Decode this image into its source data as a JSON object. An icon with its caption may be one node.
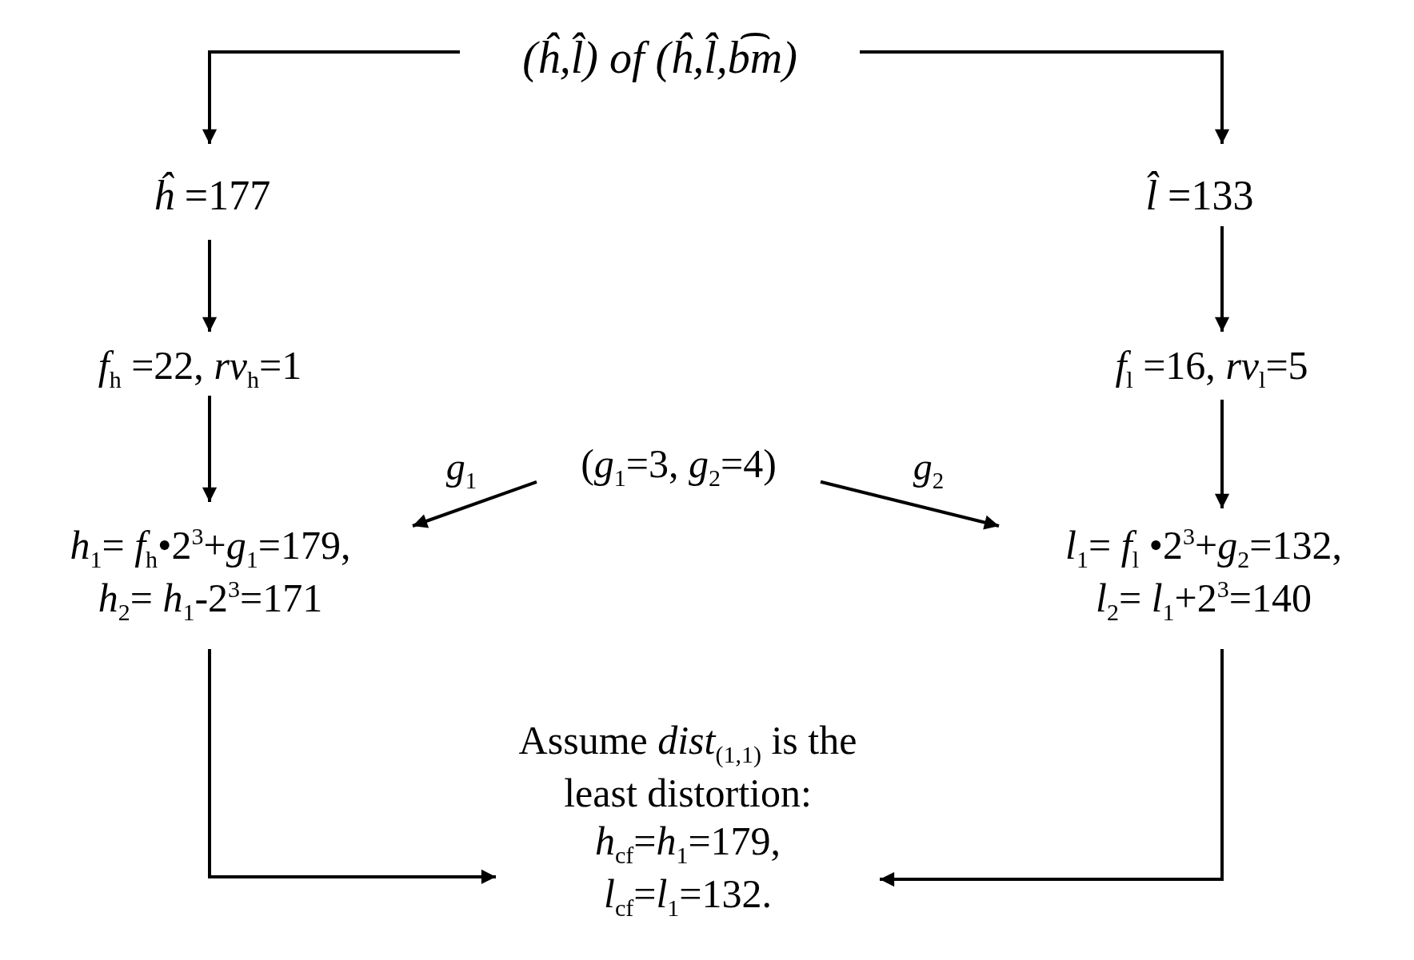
{
  "diagram": {
    "nodes": [
      {
        "text": [
          "(ĥ,l̂) of (ĥ,l̂,b͡m)"
        ]
      },
      {
        "text": [
          "*ĥ* =177"
        ]
      },
      {
        "text": [
          "*l̂* =133"
        ]
      },
      {
        "text": [
          "*f*$_{h}$ =22, *rv*$_{h}$=1"
        ]
      },
      {
        "text": [
          "*f*$_{l}$ =16, *rv*$_{l}$=5"
        ]
      },
      {
        "text": [
          "(*g*$_{1}$=3, *g*$_{2}$=4)"
        ]
      },
      {
        "text": [
          "*h*$_{1}$= *f*$_{h}$•2$^{3}$+*g*$_{1}$=179,",
          "*h*$_{2}$= *h*$_{1}$-2$^{3}$=171"
        ]
      },
      {
        "text": [
          "*l*$_{1}$= *f*$_{l}$ •2$^{3}$+*g*$_{2}$=132,",
          "*l*$_{2}$= *l*$_{1}$+2$^{3}$=140"
        ]
      },
      {
        "text": [
          "Assume *dist*$_{(1,1)}$ is the least distortion:",
          "*h*$_{cf}$=*h*$_{1}$=179,",
          "*l*$_{cf}$=*l*$_{1}$=132."
        ]
      }
    ],
    "edges": [
      {
        "from": 0,
        "to": 1,
        "arrow": "to"
      },
      {
        "from": 0,
        "to": 2,
        "arrow": "to"
      },
      {
        "from": 1,
        "to": 3,
        "arrow": "to"
      },
      {
        "from": 2,
        "to": 4,
        "arrow": "to"
      },
      {
        "from": 3,
        "to": 6,
        "arrow": "to"
      },
      {
        "from": 4,
        "to": 7,
        "arrow": "to"
      },
      {
        "from": 5,
        "to": 6,
        "arrow": "to",
        "label": "*g*$_{1}$"
      },
      {
        "from": 5,
        "to": 7,
        "arrow": "to",
        "label": "*g*$_{2}$"
      },
      {
        "from": 6,
        "to": 8,
        "arrow": "to"
      },
      {
        "from": 7,
        "to": 8,
        "arrow": "to"
      }
    ]
  }
}
